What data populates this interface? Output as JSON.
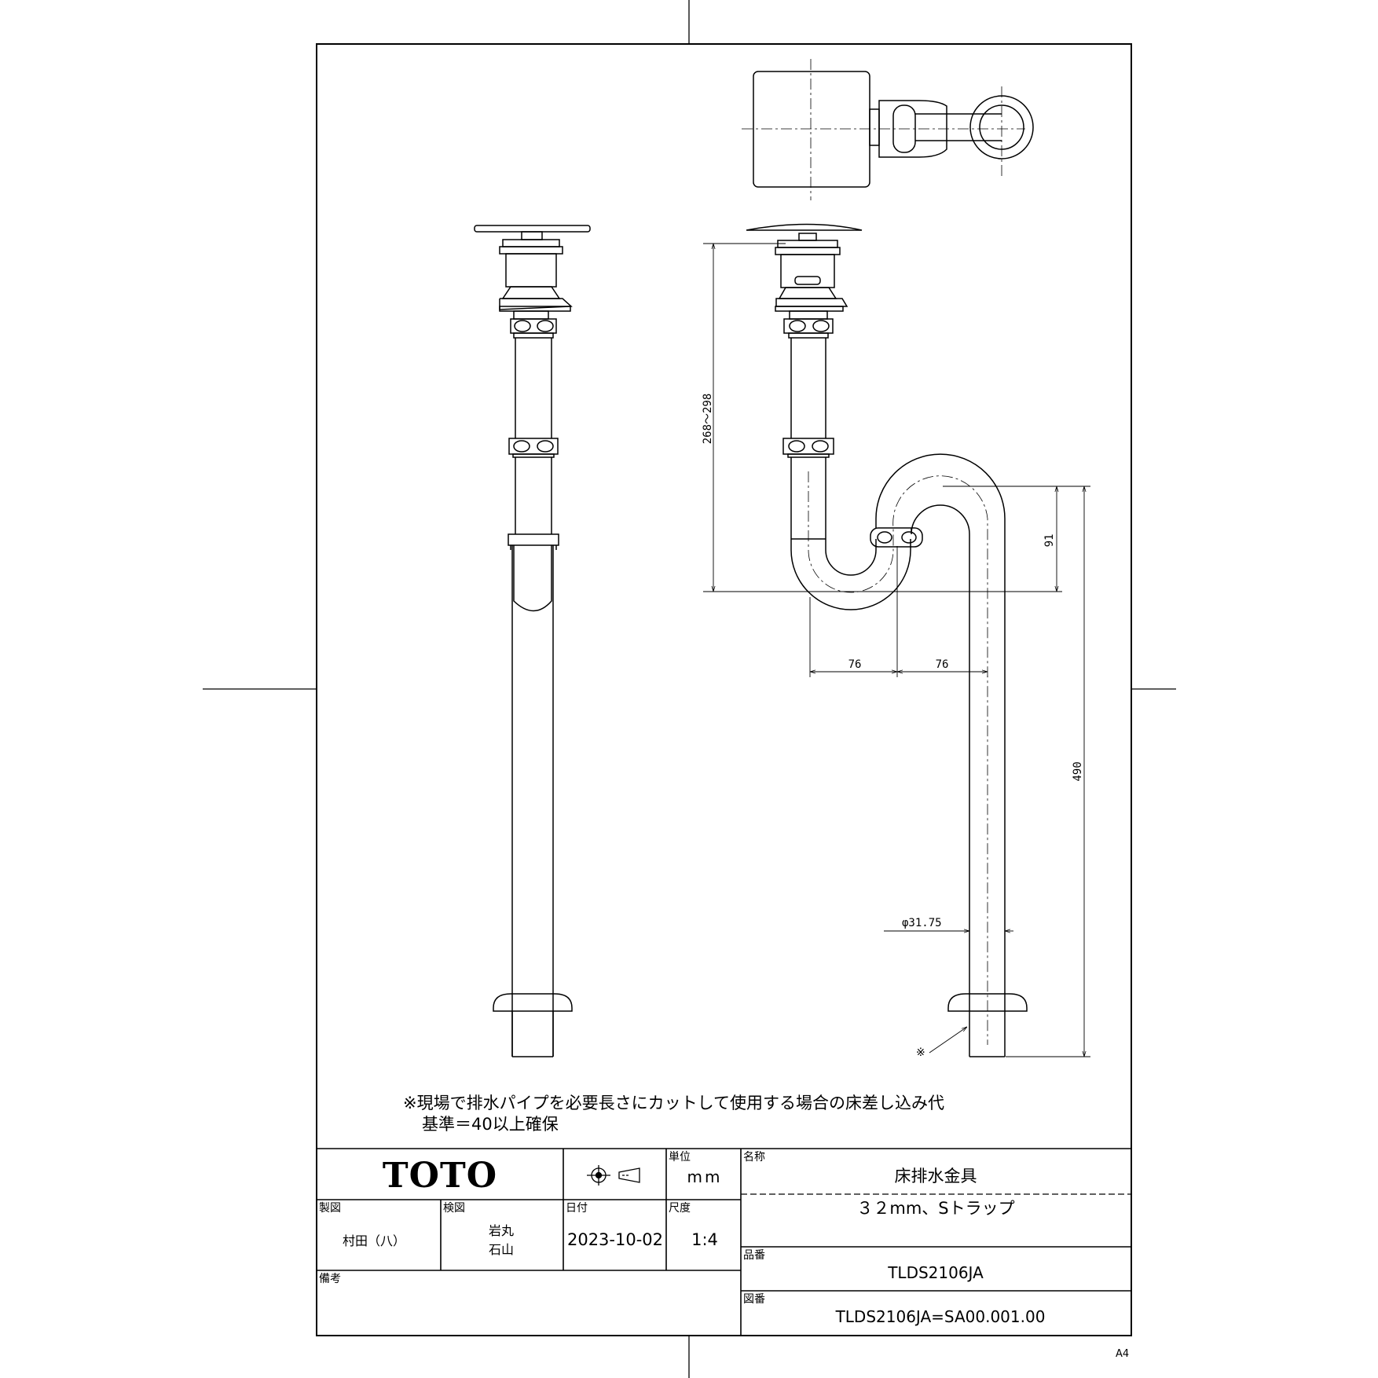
{
  "dimensions": {
    "height_range": "268～298",
    "trap_depth": "91",
    "offset_left": "76",
    "offset_right": "76",
    "vertical_drop": "490",
    "pipe_diameter": "φ31.75",
    "note_marker": "※"
  },
  "note": {
    "line1": "※現場で排水パイプを必要長さにカットして使用する場合の床差し込み代",
    "line2": "基準＝40以上確保"
  },
  "title_block": {
    "logo": "TOTO",
    "unit_label": "単位",
    "unit_value": "mm",
    "name_label": "名称",
    "name_value": "床排水金具",
    "name_sub": "３２mm、Sトラップ",
    "drawn_label": "製図",
    "drawn_value": "村田（八）",
    "checked_label": "検図",
    "checked_value_1": "岩丸",
    "checked_value_2": "石山",
    "date_label": "日付",
    "date_value": "2023-10-02",
    "scale_label": "尺度",
    "scale_value": "1:4",
    "part_label": "品番",
    "part_value": "TLDS2106JA",
    "remarks_label": "備考",
    "drawing_label": "図番",
    "drawing_value": "TLDS2106JA=SA00.001.00"
  },
  "paper_size": "A4"
}
